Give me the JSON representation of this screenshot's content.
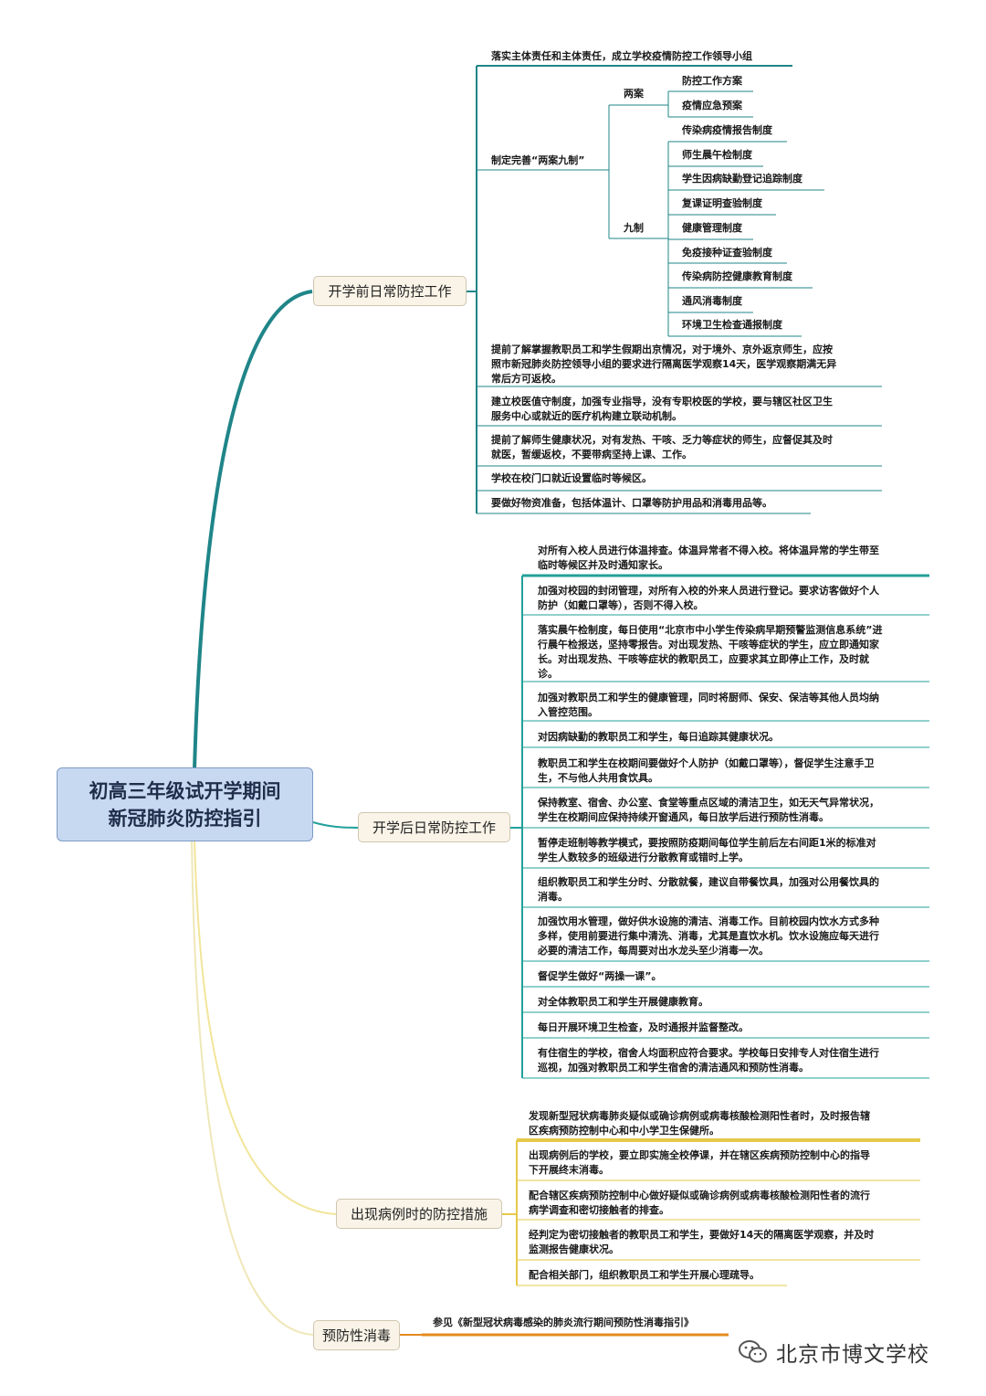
{
  "root": {
    "title_line1": "初高三年级试开学期间",
    "title_line2": "新冠肺炎防控指引"
  },
  "branches": [
    {
      "label": "开学前日常防控工作",
      "items": [
        "落实主体责任和主体责任，成立学校疫情防控工作领导小组",
        "制定完善“两案九制”",
        "提前了解掌握教职员工和学生假期出京情况，对于境外、京外返京师生，应按\n照市新冠肺炎防控领导小组的要求进行隔离医学观察14天，医学观察期满无异\n常后方可返校。",
        "建立校医值守制度，加强专业指导，没有专职校医的学校，要与辖区社区卫生\n服务中心或就近的医疗机构建立联动机制。",
        "提前了解师生健康状况，对有发热、干咳、乏力等症状的师生，应督促其及时\n就医，暂缓返校，不要带病坚持上课、工作。",
        "学校在校门口就近设置临时等候区。",
        "要做好物资准备，包括体温计、口罩等防护用品和消毒用品等。"
      ],
      "liang_an": {
        "label": "两案",
        "items": [
          "防控工作方案",
          "疫情应急预案"
        ]
      },
      "jiu_zhi": {
        "label": "九制",
        "items": [
          "传染病疫情报告制度",
          "师生晨午检制度",
          "学生因病缺勤登记追踪制度",
          "复课证明查验制度",
          "健康管理制度",
          "免疫接种证查验制度",
          "传染病防控健康教育制度",
          "通风消毒制度",
          "环境卫生检查通报制度"
        ]
      }
    },
    {
      "label": "开学后日常防控工作",
      "items": [
        "对所有入校人员进行体温排查。体温异常者不得入校。将体温异常的学生带至\n临时等候区并及时通知家长。",
        "加强对校园的封闭管理，对所有入校的外来人员进行登记。要求访客做好个人\n防护（如戴口罩等），否则不得入校。",
        "落实晨午检制度，每日使用“北京市中小学生传染病早期预警监测信息系统”进\n行晨午检报送，坚持零报告。对出现发热、干咳等症状的学生，应立即通知家\n长。对出现发热、干咳等症状的教职员工，应要求其立即停止工作，及时就\n诊。",
        "加强对教职员工和学生的健康管理，同时将厨师、保安、保洁等其他人员均纳\n入管控范围。",
        "对因病缺勤的教职员工和学生，每日追踪其健康状况。",
        "教职员工和学生在校期间要做好个人防护（如戴口罩等），督促学生注意手卫\n生，不与他人共用食饮具。",
        "保持教室、宿舍、办公室、食堂等重点区域的清洁卫生，如无天气异常状况，\n学生在校期间应保持持续开窗通风，每日放学后进行预防性消毒。",
        "暂停走班制等教学模式，要按照防疫期间每位学生前后左右间距1米的标准对\n学生人数较多的班级进行分散教育或错时上学。",
        "组织教职员工和学生分时、分散就餐，建议自带餐饮具，加强对公用餐饮具的\n消毒。",
        "加强饮用水管理，做好供水设施的清洁、消毒工作。目前校园内饮水方式多种\n多样，使用前要进行集中清洗、消毒，尤其是直饮水机。饮水设施应每天进行\n必要的清洁工作，每周要对出水龙头至少消毒一次。",
        "督促学生做好“两操一课”。",
        "对全体教职员工和学生开展健康教育。",
        "每日开展环境卫生检查，及时通报并监督整改。",
        "有住宿生的学校，宿舍人均面积应符合要求。学校每日安排专人对住宿生进行\n巡视，加强对教职员工和学生宿舍的清洁通风和预防性消毒。"
      ]
    },
    {
      "label": "出现病例时的防控措施",
      "items": [
        "发现新型冠状病毒肺炎疑似或确诊病例或病毒核酸检测阳性者时，及时报告辖\n区疾病预防控制中心和中小学卫生保健所。",
        "出现病例后的学校，要立即实施全校停课，并在辖区疾病预防控制中心的指导\n下开展终末消毒。",
        "配合辖区疾病预防控制中心做好疑似或确诊病例或病毒核酸检测阳性者的流行\n病学调查和密切接触者的排查。",
        "经判定为密切接触者的教职员工和学生，要做好14天的隔离医学观察，并及时\n监测报告健康状况。",
        "配合相关部门，组织教职员工和学生开展心理疏导。"
      ]
    },
    {
      "label": "预防性消毒",
      "items": [
        "参见《新型冠状病毒感染的肺炎流行期间预防性消毒指引》"
      ]
    }
  ],
  "watermark": {
    "text": "北京市博文学校",
    "icon": "wechat-icon"
  },
  "colors": {
    "branch1": "#1f8588",
    "branch2": "#23a09a",
    "branch3": "#e6c94a",
    "branch4": "#e58a1f",
    "root_fill": "#c7d9f1"
  }
}
